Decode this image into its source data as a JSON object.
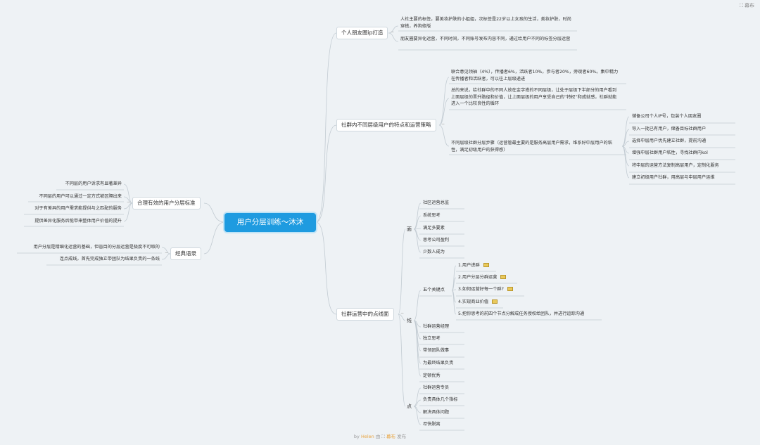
{
  "brand": {
    "label": "幕布"
  },
  "footer": {
    "by": "by",
    "user": "Helen",
    "mid": "由",
    "app": "幕布",
    "end": "发布"
  },
  "root": {
    "title": "用户分层训练～沐沐"
  },
  "branches": {
    "b1": {
      "label": "个人朋友圈ip打造",
      "notes": [
        "人社主要的标签，要美妆护肤的小姐姐，次标签是22岁以上女孩的生活，美妆护肤，时尚穿搭，养狗修版",
        "朋友圈要异化运营，不同时间，不同账号发布内容不同，通过给用户不同的标签分层运营"
      ]
    },
    "b2": {
      "label": "社群内不同层级用户的特点和运营策略",
      "notes": [
        "联合意见领袖（4%），传播者6%，活跃者10%，参与者20%，旁观者60%。集中精力在传播者和活跃者，可以往上层级递进",
        "总的来说，给社群中的不同人放在金字塔的不同层级，让处于层级下半部分的用户看到上面层级的晋升路径和价值，让上面层级的用户享受自己的“特权”和成就感，社群就能进入一个比较良性的循环",
        "不同层级社群分层步骤（运营管最主要的是服务高层用户需求，维系好中层用户的粘性，满足初级用户的获得感）"
      ],
      "steps": [
        "储备公司个人IP号，包装个人朋友圈",
        "导入一批已有用户，储备目标社群用户",
        "选择中层用户优先建立社群，提前沟通",
        "增强中层社群用户粘性，寻找社群内kol",
        "将中层的运营方法复制高层用户，定制化服务",
        "建立初级用户社群，用高层与中层用户运维"
      ]
    },
    "b3": {
      "label": "社群运营中的点线面",
      "mian": {
        "label": "面",
        "items": [
          "社区运营总监",
          "系统思考",
          "满足多要素",
          "思考公司盈利",
          "少数人成为"
        ]
      },
      "xian": {
        "label": "线",
        "key_label": "五个关键点",
        "keys": [
          "1.用户进群",
          "2.用户分层分群运营",
          "3.如何运营好每一个群?",
          "4.实现商业价值",
          "5.把你思考的前四个节点分解成任务授权给团队，并进行追踪沟通"
        ],
        "items": [
          "社群运营经理",
          "独立思考",
          "带领团队做事",
          "为最终结果负责",
          "定顿优秀"
        ]
      },
      "dian": {
        "label": "点",
        "items": [
          "社群运营专员",
          "负责具体几个指标",
          "解决具体问题",
          "尽快脱离"
        ]
      }
    },
    "b4": {
      "label": "合理有效的用户分层标准",
      "notes": [
        "不同层的用户诉求有显著差异",
        "不同层的用户可以通过一定方式被区隔出来",
        "对于有差异的用户需求能提供与之匹配的服务",
        "提供差异化服务后能带来整体用户价值的提升"
      ]
    },
    "b5": {
      "label": "经典语录",
      "notes": [
        "用户分层是精细化运营的基础，但盲目的分层运营是极度不可取的",
        "连点成线，首先完成独立带团队为结果负责的一条线"
      ]
    }
  }
}
